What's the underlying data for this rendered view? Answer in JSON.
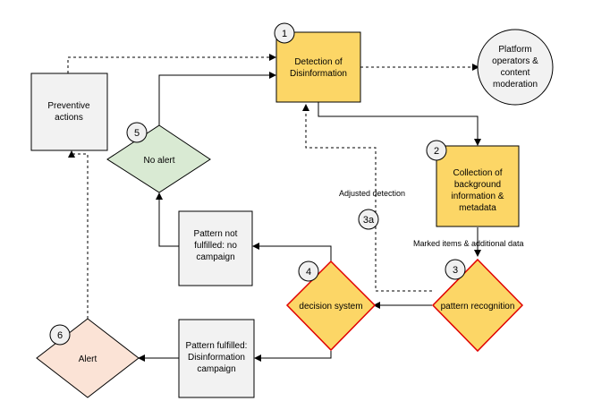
{
  "nodes": {
    "detection": {
      "lines": [
        "Detection of",
        "Disinformation"
      ],
      "number": "1"
    },
    "platform": {
      "lines": [
        "Platform",
        "operators &",
        "content",
        "moderation"
      ]
    },
    "preventive": {
      "lines": [
        "Preventive",
        "actions"
      ]
    },
    "collection": {
      "lines": [
        "Collection of",
        "background",
        "information &",
        "metadata"
      ],
      "number": "2"
    },
    "pattern_recognition": {
      "lines": [
        "pattern recognition"
      ],
      "number": "3"
    },
    "decision_system": {
      "lines": [
        "decision system"
      ],
      "number": "4"
    },
    "no_alert": {
      "lines": [
        "No alert"
      ],
      "number": "5"
    },
    "alert": {
      "lines": [
        "Alert"
      ],
      "number": "6"
    },
    "not_fulfilled": {
      "lines": [
        "Pattern not",
        "fulfilled: no",
        "campaign"
      ]
    },
    "fulfilled": {
      "lines": [
        "Pattern fulfilled:",
        "Disinformation",
        "campaign"
      ]
    }
  },
  "edges": {
    "adjusted_detection": "Adjusted detection",
    "adjusted_detection_number": "3a",
    "marked_items": "Marked items & additional data"
  },
  "colors": {
    "yellow_fill": "#fcd666",
    "gray_fill": "#f2f2f2",
    "green_fill": "#d9ead3",
    "peach_fill": "#fbe3d6",
    "red_stroke": "#e00000",
    "circle_fill": "#f0f0f0"
  }
}
